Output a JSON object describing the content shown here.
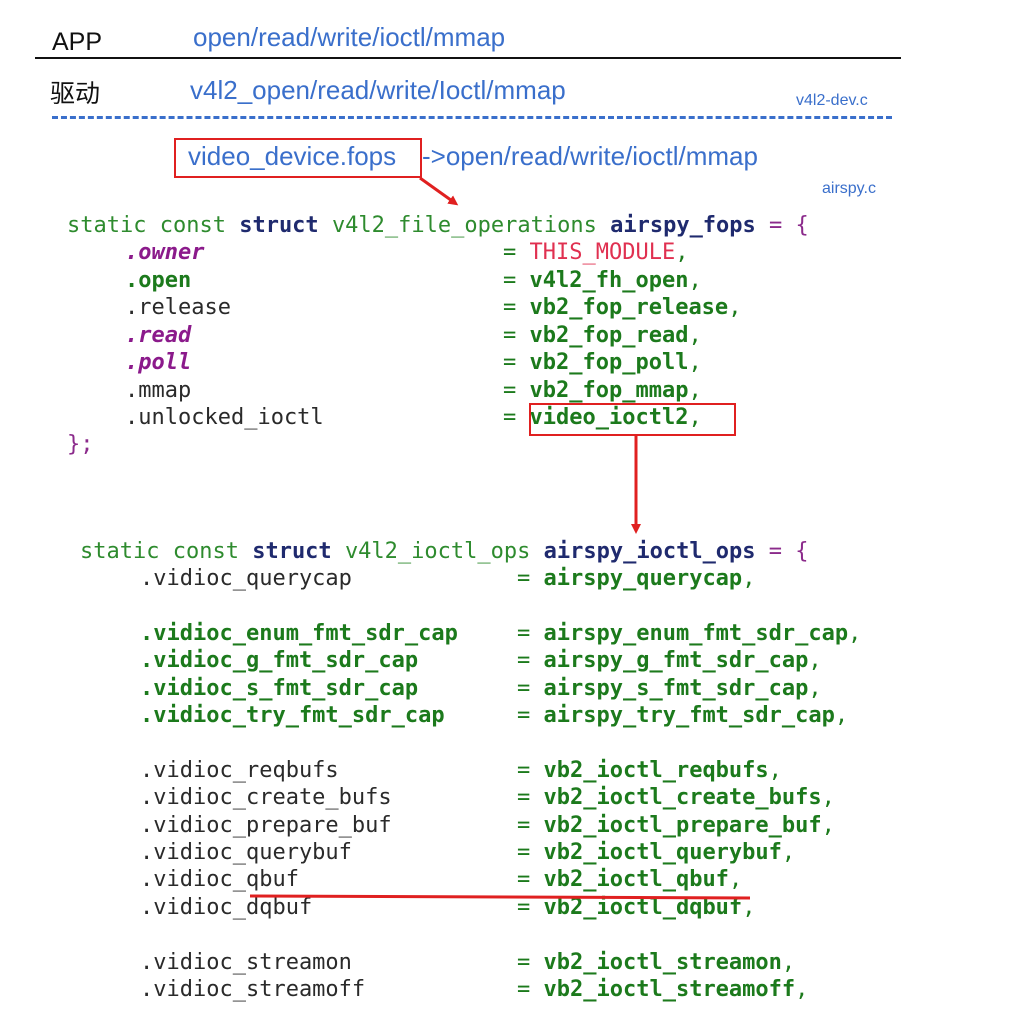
{
  "layers": {
    "app_label": "APP",
    "app_calls": "open/read/write/ioctl/mmap",
    "driver_label": "驱动",
    "driver_calls": "v4l2_open/read/write/Ioctl/mmap",
    "driver_file": "v4l2-dev.c"
  },
  "fops_link": {
    "box_text": "video_device.fops",
    "rest_text": "->open/read/write/ioctl/mmap",
    "file": "airspy.c"
  },
  "fops_struct": {
    "kw1": "static const",
    "kw2": "struct",
    "type": "v4l2_file_operations",
    "name": "airspy_fops",
    "open_tail": " = {",
    "close": "};",
    "rows": [
      {
        "field": ".owner",
        "eq": "=",
        "value": "THIS_MODULE",
        "punct": ","
      },
      {
        "field": ".open",
        "eq": "=",
        "value": "v4l2_fh_open",
        "punct": ","
      },
      {
        "field": ".release",
        "eq": "=",
        "value": "vb2_fop_release",
        "punct": ","
      },
      {
        "field": ".read",
        "eq": "=",
        "value": "vb2_fop_read",
        "punct": ","
      },
      {
        "field": ".poll",
        "eq": "=",
        "value": "vb2_fop_poll",
        "punct": ","
      },
      {
        "field": ".mmap",
        "eq": "=",
        "value": "vb2_fop_mmap",
        "punct": ","
      },
      {
        "field": ".unlocked_ioctl",
        "eq": "=",
        "value": "video_ioctl2",
        "punct": ","
      }
    ]
  },
  "ioctl_struct": {
    "kw1": "static const",
    "kw2": "struct",
    "type": "v4l2_ioctl_ops",
    "name": "airspy_ioctl_ops",
    "open_tail": " = {",
    "rows": [
      {
        "field": ".vidioc_querycap",
        "value": "airspy_querycap",
        "punct": ","
      },
      {
        "field": ".vidioc_enum_fmt_sdr_cap",
        "value": "airspy_enum_fmt_sdr_cap",
        "punct": ","
      },
      {
        "field": ".vidioc_g_fmt_sdr_cap",
        "value": "airspy_g_fmt_sdr_cap",
        "punct": ","
      },
      {
        "field": ".vidioc_s_fmt_sdr_cap",
        "value": "airspy_s_fmt_sdr_cap",
        "punct": ","
      },
      {
        "field": ".vidioc_try_fmt_sdr_cap",
        "value": "airspy_try_fmt_sdr_cap",
        "punct": ","
      },
      {
        "field": ".vidioc_reqbufs",
        "value": "vb2_ioctl_reqbufs",
        "punct": ","
      },
      {
        "field": ".vidioc_create_bufs",
        "value": "vb2_ioctl_create_bufs",
        "punct": ","
      },
      {
        "field": ".vidioc_prepare_buf",
        "value": "vb2_ioctl_prepare_buf",
        "punct": ","
      },
      {
        "field": ".vidioc_querybuf",
        "value": "vb2_ioctl_querybuf",
        "punct": ","
      },
      {
        "field": ".vidioc_qbuf",
        "value": "vb2_ioctl_qbuf",
        "punct": ","
      },
      {
        "field": ".vidioc_dqbuf",
        "value": "vb2_ioctl_dqbuf",
        "punct": ","
      },
      {
        "field": ".vidioc_streamon",
        "value": "vb2_ioctl_streamon",
        "punct": ","
      },
      {
        "field": ".vidioc_streamoff",
        "value": "vb2_ioctl_streamoff",
        "punct": ","
      }
    ]
  },
  "colors": {
    "layer_blue": "#3a6fcb",
    "annotation_red": "#e02020",
    "code_green": "#1c7a1c",
    "code_navy": "#1f2a6e"
  }
}
